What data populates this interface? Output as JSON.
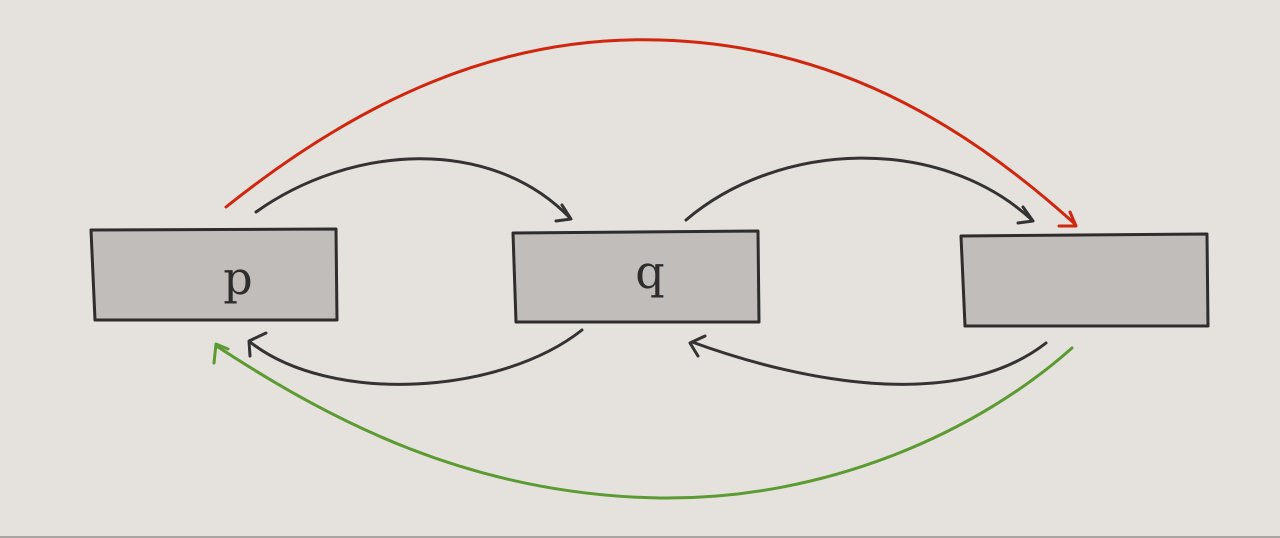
{
  "diagram": {
    "nodes": [
      {
        "id": "p",
        "label": "p"
      },
      {
        "id": "q",
        "label": "q"
      },
      {
        "id": "r",
        "label": ""
      }
    ],
    "edges": [
      {
        "id": "p-to-q",
        "from": "p",
        "to": "q",
        "color": "#333333"
      },
      {
        "id": "q-to-r",
        "from": "q",
        "to": "r",
        "color": "#333333"
      },
      {
        "id": "q-to-p",
        "from": "q",
        "to": "p",
        "color": "#333333"
      },
      {
        "id": "r-to-q",
        "from": "r",
        "to": "q",
        "color": "#333333"
      },
      {
        "id": "p-to-r",
        "from": "p",
        "to": "r",
        "color": "#d0260e"
      },
      {
        "id": "r-to-p",
        "from": "r",
        "to": "p",
        "color": "#5c9a32"
      }
    ]
  }
}
